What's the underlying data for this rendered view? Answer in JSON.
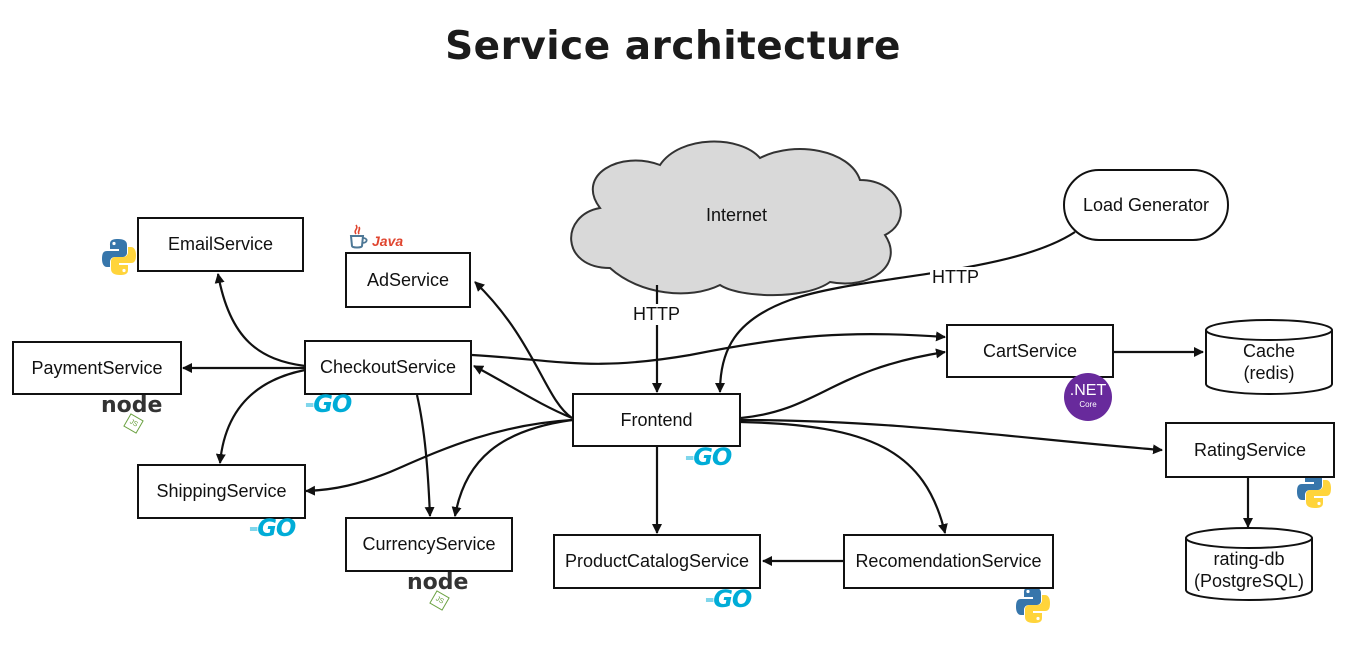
{
  "title": "Service architecture",
  "nodes": {
    "internet": "Internet",
    "load_generator": "Load Generator",
    "email_service": "EmailService",
    "ad_service": "AdService",
    "payment_service": "PaymentService",
    "checkout_service": "CheckoutService",
    "cart_service": "CartService",
    "cache": "Cache\n(redis)",
    "frontend": "Frontend",
    "rating_service": "RatingService",
    "shipping_service": "ShippingService",
    "currency_service": "CurrencyService",
    "product_catalog_service": "ProductCatalogService",
    "recommendation_service": "RecomendationService",
    "rating_db": "rating-db\n(PostgreSQL)"
  },
  "edge_labels": {
    "internet_to_frontend": "HTTP",
    "loadgen_to_frontend": "HTTP"
  },
  "logos": {
    "java": "Java",
    "go": "GO",
    "node": "node",
    "node_js": "JS",
    "net": ".NET",
    "net_core": "Core"
  },
  "colors": {
    "python_blue": "#3776ab",
    "python_yellow": "#ffd43b",
    "go_cyan": "#00acd7",
    "net_purple": "#682a9c",
    "node_green": "#6ca243",
    "java_red": "#e0452f",
    "cloud_gray": "#d9d9d9"
  }
}
